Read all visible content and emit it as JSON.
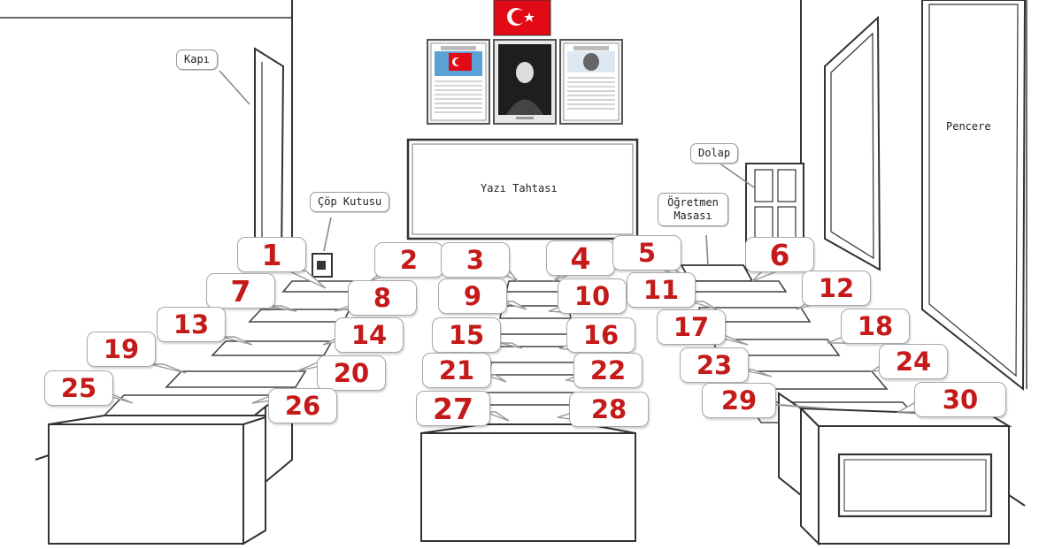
{
  "labels": {
    "door": "Kapı",
    "trash": "Çöp Kutusu",
    "board": "Yazı Tahtası",
    "cabinet": "Dolap",
    "teacher_desk": "Öğretmen Masası",
    "window": "Pencere"
  },
  "colors": {
    "seat_number": "#c41a1a",
    "flag": "#e30a17",
    "line": "#333333"
  },
  "seats": [
    "1",
    "2",
    "3",
    "4",
    "5",
    "6",
    "7",
    "8",
    "9",
    "10",
    "11",
    "12",
    "13",
    "14",
    "15",
    "16",
    "17",
    "18",
    "19",
    "20",
    "21",
    "22",
    "23",
    "24",
    "25",
    "26",
    "27",
    "28",
    "29",
    "30"
  ]
}
